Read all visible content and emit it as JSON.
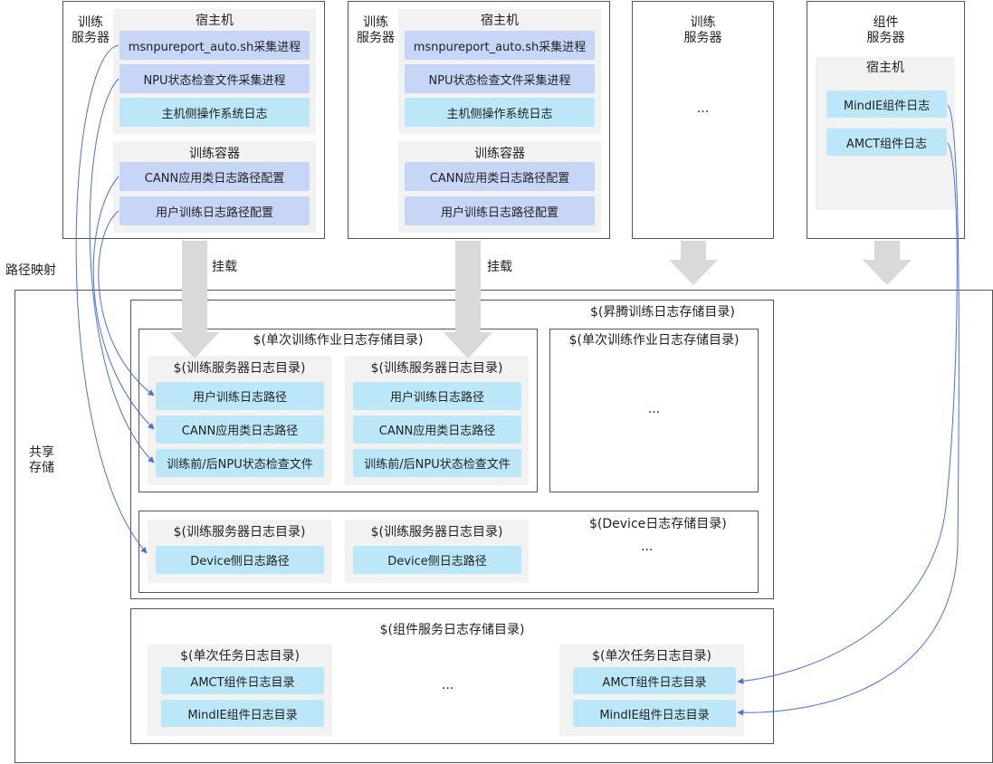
{
  "servers": [
    {
      "label": "训练\n服务器",
      "host_title": "宿主机",
      "host_items": [
        "msnpureport_auto.sh采集进程",
        "NPU状态检查文件采集进程",
        "主机侧操作系统日志"
      ],
      "container_title": "训练容器",
      "container_items": [
        "CANN应用类日志路径配置",
        "用户训练日志路径配置"
      ]
    },
    {
      "label": "训练\n服务器",
      "host_title": "宿主机",
      "host_items": [
        "msnpureport_auto.sh采集进程",
        "NPU状态检查文件采集进程",
        "主机侧操作系统日志"
      ],
      "container_title": "训练容器",
      "container_items": [
        "CANN应用类日志路径配置",
        "用户训练日志路径配置"
      ]
    },
    {
      "label": "训练\n服务器",
      "ellipsis": "..."
    },
    {
      "label": "组件\n服务器",
      "host_title": "宿主机",
      "host_items": [
        "MindIE组件日志",
        "AMCT组件日志"
      ]
    }
  ],
  "labels": {
    "path_mapping": "路径映射",
    "mount1": "挂载",
    "mount2": "挂载",
    "shared_storage": "共享\n存储"
  },
  "storage": {
    "ascend_dir": "$(昇腾训练日志存储目录)",
    "job_dir_1": "$(单次训练作业日志存储目录)",
    "job_dir_2": "$(单次训练作业日志存储目录)",
    "job_dir_2_ellipsis": "...",
    "server_dirs": [
      {
        "title": "$(训练服务器日志目录)",
        "items": [
          "用户训练日志路径",
          "CANN应用类日志路径",
          "训练前/后NPU状态检查文件"
        ]
      },
      {
        "title": "$(训练服务器日志目录)",
        "items": [
          "用户训练日志路径",
          "CANN应用类日志路径",
          "训练前/后NPU状态检查文件"
        ]
      }
    ],
    "device_dir": "$(Device日志存储目录)",
    "device_ellipsis": "...",
    "device_server_dirs": [
      {
        "title": "$(训练服务器日志目录)",
        "item": "Device侧日志路径"
      },
      {
        "title": "$(训练服务器日志目录)",
        "item": "Device侧日志路径"
      }
    ],
    "component_dir": "$(组件服务日志存储目录)",
    "component_ellipsis": "...",
    "task_dirs": [
      {
        "title": "$(单次任务日志目录)",
        "items": [
          "AMCT组件日志目录",
          "MindIE组件日志目录"
        ]
      },
      {
        "title": "$(单次任务日志目录)",
        "items": [
          "AMCT组件日志目录",
          "MindIE组件日志目录"
        ]
      }
    ]
  },
  "colors": {
    "host_pill": "#c7d6f7",
    "os_pill": "#bbe7f8",
    "panel": "#f2f2f2",
    "arrow_gray": "#d9d9d9",
    "mapping_line": "#4a6ee0"
  }
}
